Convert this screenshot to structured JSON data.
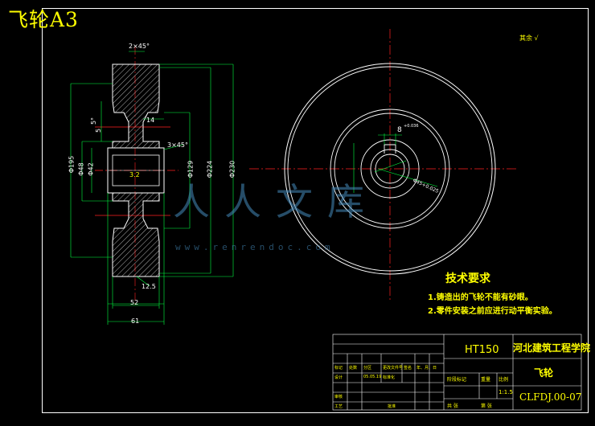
{
  "sheet_title": "飞轮A3",
  "surface_mark": "其余",
  "watermark": {
    "brand": "人人文库",
    "url": "www.renrendoc.com"
  },
  "dimensions": {
    "chamfer_top": "2×45°",
    "d195": "Φ195",
    "d48": "Φ48",
    "d42": "Φ42",
    "d129": "Φ129",
    "d224": "Φ224",
    "d230": "Φ230",
    "w14": "14",
    "w52": "52",
    "w61": "61",
    "chamfer_mid": "3×45°",
    "r12_5": "12.5",
    "rough_3_2": "3.2",
    "slope": "5°",
    "side_5": "5",
    "key": "8",
    "key_tol": "+0.036",
    "hub_label": "Φ45+0.025"
  },
  "tech": {
    "heading": "技术要求",
    "items": [
      "1.铸造出的飞轮不能有砂眼。",
      "2.零件安装之前应进行动平衡实验。"
    ]
  },
  "title_block": {
    "material": "HT150",
    "school": "河北建筑工程学院",
    "part_name": "飞轮",
    "drawing_no": "CLFDJ.00-07",
    "scale": "1:1.5",
    "stage_label": "阶段标记",
    "weight_label": "重量",
    "scale_label": "比例",
    "sheet_total": "共 张",
    "sheet_no": "第 张",
    "marks": [
      "标记",
      "处数",
      "分区",
      "更改文件号",
      "签名",
      "年、月、日"
    ],
    "rows": [
      "设计",
      "审核",
      "工艺"
    ],
    "designer_date": "05.05.19",
    "standard": "标准化",
    "approve": "批准"
  }
}
